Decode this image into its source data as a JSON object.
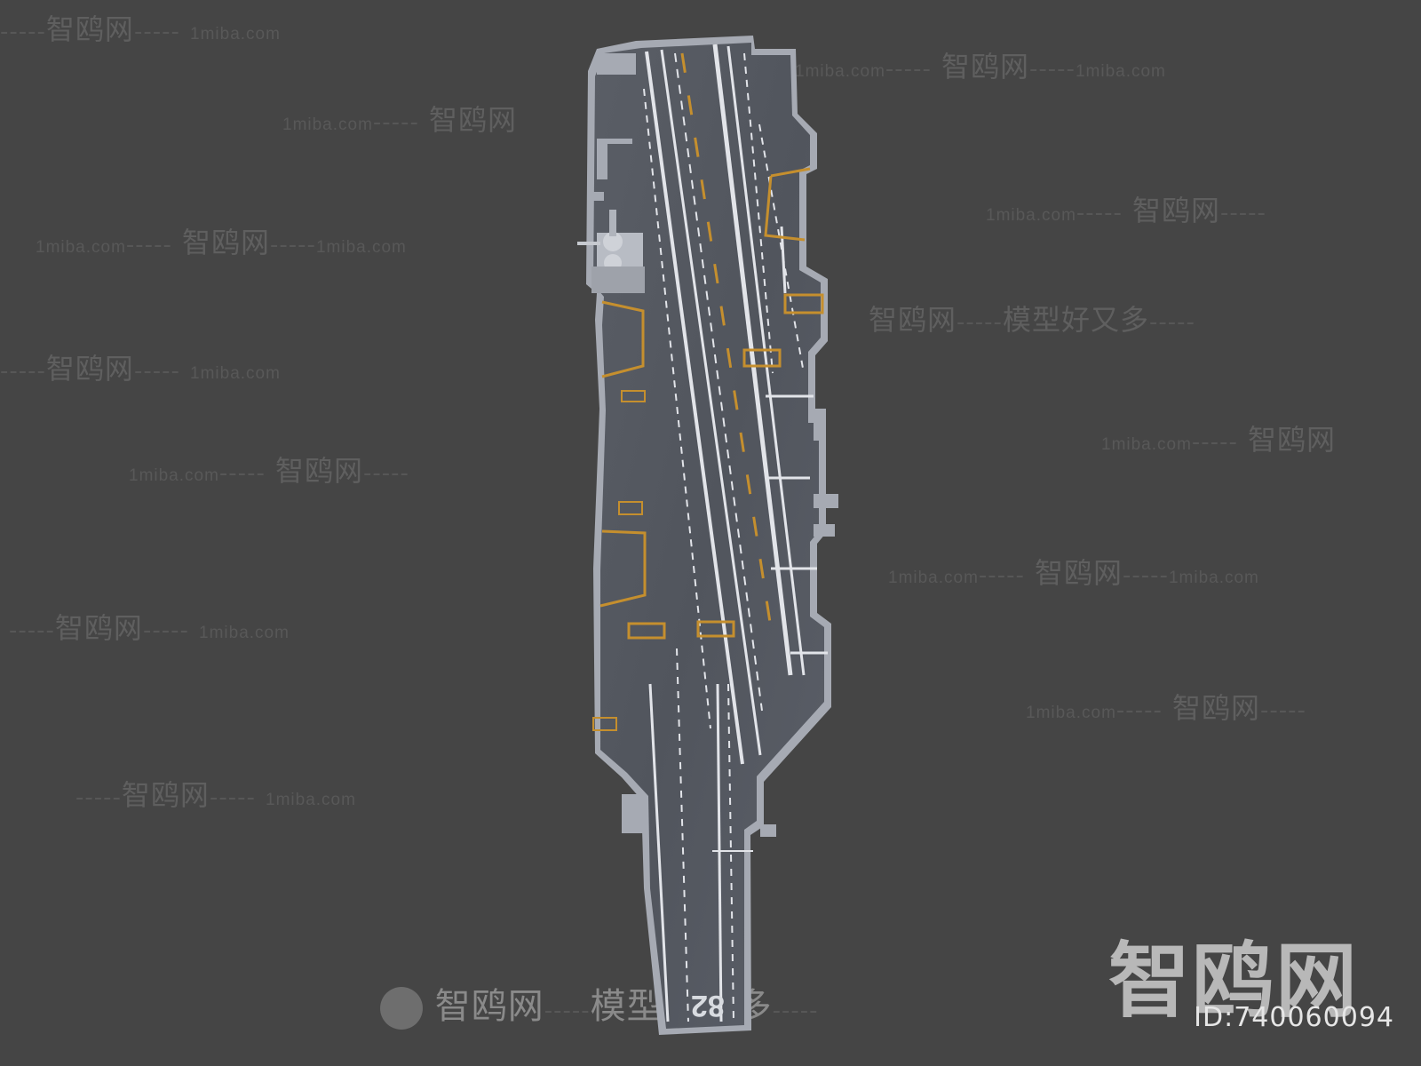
{
  "watermark": {
    "brand": "智鸥网",
    "site": "1miba.com",
    "slogan": "模型好又多",
    "dashes": "-----"
  },
  "corner": {
    "logo": "智鸥网",
    "id_text": "ID:740060094"
  },
  "ship": {
    "hull_number": "82"
  },
  "colors": {
    "background": "#454545",
    "deck": "#555961",
    "deck_edge": "#a9adb6",
    "markings_white": "#e8eaee",
    "markings_yellow": "#c58f2e"
  }
}
